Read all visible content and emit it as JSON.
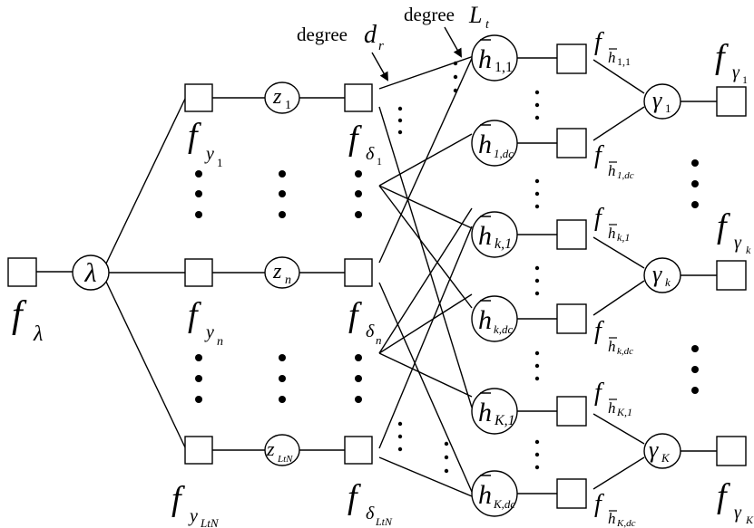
{
  "annotations": {
    "degree_dr": {
      "word": "degree",
      "symbol": "d",
      "sub": "r"
    },
    "degree_Lt": {
      "word": "degree",
      "symbol": "L",
      "sub": "t"
    }
  },
  "lambda_factor": {
    "symbol": "f",
    "sub": "λ"
  },
  "lambda_var": {
    "symbol": "λ"
  },
  "y_factors": [
    {
      "symbol": "f",
      "sub": "y",
      "subsub": "1"
    },
    {
      "symbol": "f",
      "sub": "y",
      "subsub": "n"
    },
    {
      "symbol": "f",
      "sub": "y",
      "subsub": "LtN"
    }
  ],
  "z_vars": [
    {
      "symbol": "z",
      "sub": "1"
    },
    {
      "symbol": "z",
      "sub": "n"
    },
    {
      "symbol": "z",
      "sub": "LtN"
    }
  ],
  "delta_factors": [
    {
      "symbol": "f",
      "sub": "δ",
      "subsub": "1"
    },
    {
      "symbol": "f",
      "sub": "δ",
      "subsub": "n"
    },
    {
      "symbol": "f",
      "sub": "δ",
      "subsub": "LtN"
    }
  ],
  "h_vars": [
    {
      "symbol": "h",
      "sub": "1,1"
    },
    {
      "symbol": "h",
      "sub": "1,dc"
    },
    {
      "symbol": "h",
      "sub": "k,1"
    },
    {
      "symbol": "h",
      "sub": "k,dc"
    },
    {
      "symbol": "h",
      "sub": "K,1"
    },
    {
      "symbol": "h",
      "sub": "K,dc"
    }
  ],
  "h_factors": [
    {
      "symbol": "f",
      "sub": "h",
      "subsub": "1,1"
    },
    {
      "symbol": "f",
      "sub": "h",
      "subsub": "1,dc"
    },
    {
      "symbol": "f",
      "sub": "h",
      "subsub": "k,1"
    },
    {
      "symbol": "f",
      "sub": "h",
      "subsub": "k,dc"
    },
    {
      "symbol": "f",
      "sub": "h",
      "subsub": "K,1"
    },
    {
      "symbol": "f",
      "sub": "h",
      "subsub": "K,dc"
    }
  ],
  "gamma_vars": [
    {
      "symbol": "γ",
      "sub": "1"
    },
    {
      "symbol": "γ",
      "sub": "k"
    },
    {
      "symbol": "γ",
      "sub": "K"
    }
  ],
  "gamma_factors": [
    {
      "symbol": "f",
      "sub": "γ",
      "subsub": "1"
    },
    {
      "symbol": "f",
      "sub": "γ",
      "subsub": "k"
    },
    {
      "symbol": "f",
      "sub": "γ",
      "subsub": "K"
    }
  ]
}
